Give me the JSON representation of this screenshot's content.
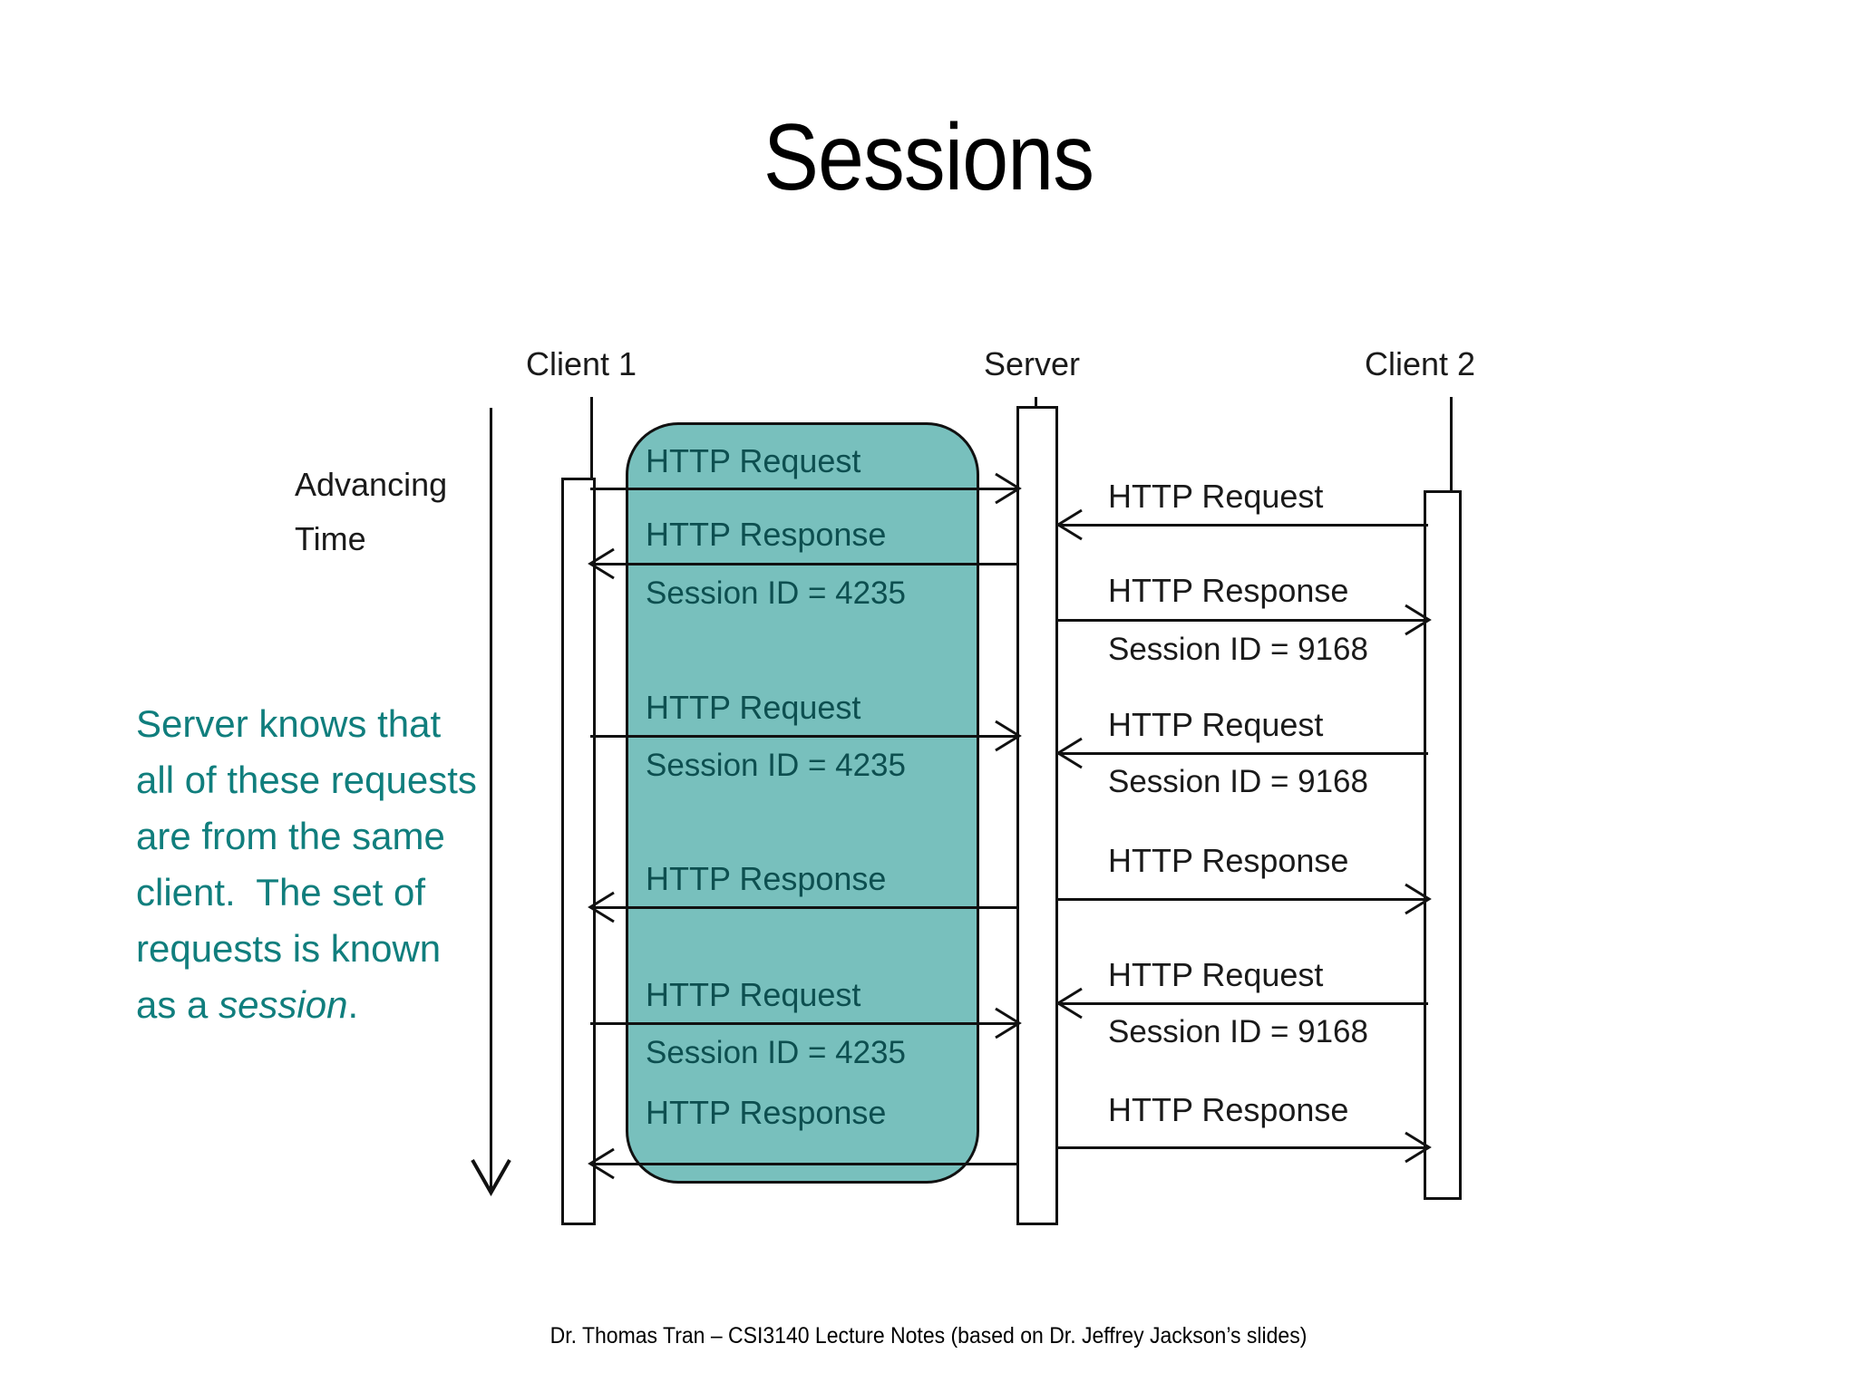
{
  "slide": {
    "title": "Sessions",
    "footer": "Dr. Thomas Tran – CSI3140 Lecture Notes (based on Dr. Jeffrey Jackson’s slides)",
    "accent_color": "#107E7D",
    "session_fill_color": "#78c0bd",
    "line_color": "#111111"
  },
  "explanation": {
    "text_before": "Server knows that all of these requests are from the same client.  The set of requests is known as a ",
    "emphasis": "session",
    "text_after": "."
  },
  "time_axis": {
    "label_line1": "Advancing",
    "label_line2": "Time"
  },
  "lanes": [
    {
      "name": "client1",
      "title": "Client 1"
    },
    {
      "name": "server",
      "title": "Server"
    },
    {
      "name": "client2",
      "title": "Client 2"
    }
  ],
  "left_messages": [
    {
      "label": "HTTP Request",
      "direction": "to-server",
      "session_id": null
    },
    {
      "label": "HTTP Response",
      "direction": "to-client",
      "session_id": "Session ID = 4235"
    },
    {
      "label": "HTTP Request",
      "direction": "to-server",
      "session_id": "Session ID = 4235"
    },
    {
      "label": "HTTP Response",
      "direction": "to-client",
      "session_id": null
    },
    {
      "label": "HTTP Request",
      "direction": "to-server",
      "session_id": "Session ID = 4235"
    },
    {
      "label": "HTTP Response",
      "direction": "to-client",
      "session_id": null
    }
  ],
  "right_messages": [
    {
      "label": "HTTP Request",
      "direction": "to-server",
      "session_id": null
    },
    {
      "label": "HTTP Response",
      "direction": "to-client",
      "session_id": "Session ID = 9168"
    },
    {
      "label": "HTTP Request",
      "direction": "to-server",
      "session_id": "Session ID = 9168"
    },
    {
      "label": "HTTP Response",
      "direction": "to-client",
      "session_id": null
    },
    {
      "label": "HTTP Request",
      "direction": "to-server",
      "session_id": "Session ID = 9168"
    },
    {
      "label": "HTTP Response",
      "direction": "to-client",
      "session_id": null
    }
  ],
  "session_ids": {
    "client1": "4235",
    "client2": "9168"
  }
}
